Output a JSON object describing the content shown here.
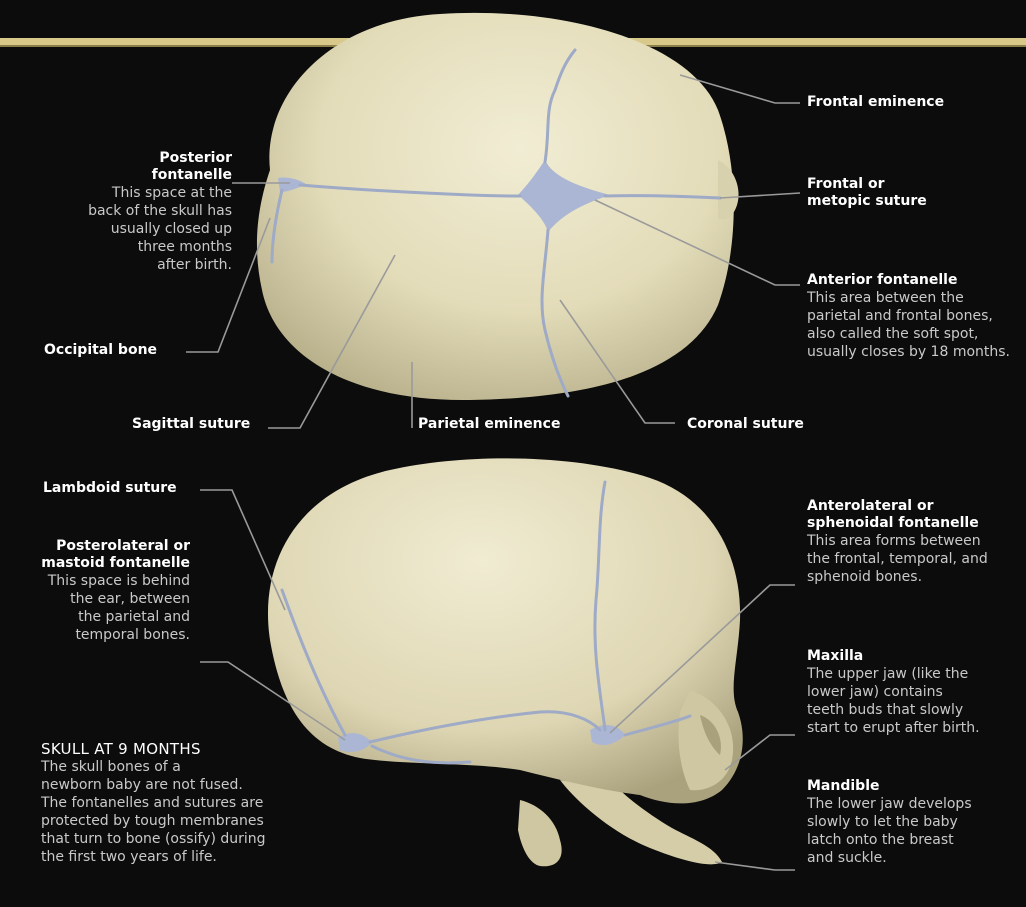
{
  "colors": {
    "background": "#0c0c0c",
    "bone": "#e6e1c2",
    "bone_shadow": "#bdb695",
    "fontanelle": "#aab6d4",
    "leader": "#9a9a9a",
    "top_rule": "#d8c98a"
  },
  "top_view": {
    "posterior_fontanelle": {
      "title_line1": "Posterior",
      "title_line2": "fontanelle",
      "desc_lines": [
        "This space at the",
        "back of the skull has",
        "usually closed up",
        "three months",
        "after birth."
      ]
    },
    "occipital_bone": {
      "title": "Occipital bone"
    },
    "sagittal_suture": {
      "title": "Sagittal suture"
    },
    "parietal_eminence": {
      "title": "Parietal eminence"
    },
    "coronal_suture": {
      "title": "Coronal suture"
    },
    "frontal_eminence": {
      "title": "Frontal eminence"
    },
    "frontal_suture": {
      "title_line1": "Frontal or",
      "title_line2": "metopic suture"
    },
    "anterior_fontanelle": {
      "title": "Anterior fontanelle",
      "desc_lines": [
        "This area between the",
        "parietal and frontal bones,",
        "also called the soft spot,",
        "usually closes by 18 months."
      ]
    }
  },
  "side_view": {
    "lambdoid_suture": {
      "title": "Lambdoid suture"
    },
    "posterolateral_fontanelle": {
      "title_line1": "Posterolateral or",
      "title_line2": "mastoid fontanelle",
      "desc_lines": [
        "This space is behind",
        "the ear, between",
        "the parietal and",
        "temporal bones."
      ]
    },
    "anterolateral_fontanelle": {
      "title_line1": "Anterolateral or",
      "title_line2": "sphenoidal fontanelle",
      "desc_lines": [
        "This area forms between",
        "the frontal, temporal, and",
        "sphenoid bones."
      ]
    },
    "maxilla": {
      "title": "Maxilla",
      "desc_lines": [
        "The upper jaw (like the",
        "lower jaw) contains",
        "teeth buds that slowly",
        "start to erupt after birth."
      ]
    },
    "mandible": {
      "title": "Mandible",
      "desc_lines": [
        "The lower jaw develops",
        "slowly to let the baby",
        "latch onto the breast",
        "and suckle."
      ]
    }
  },
  "caption": {
    "title": "SKULL AT 9 MONTHS",
    "lines": [
      "The skull bones of a",
      "newborn baby are not fused.",
      "The fontanelles and sutures are",
      "protected by tough membranes",
      "that turn to bone (ossify) during",
      "the first two years of life."
    ]
  }
}
